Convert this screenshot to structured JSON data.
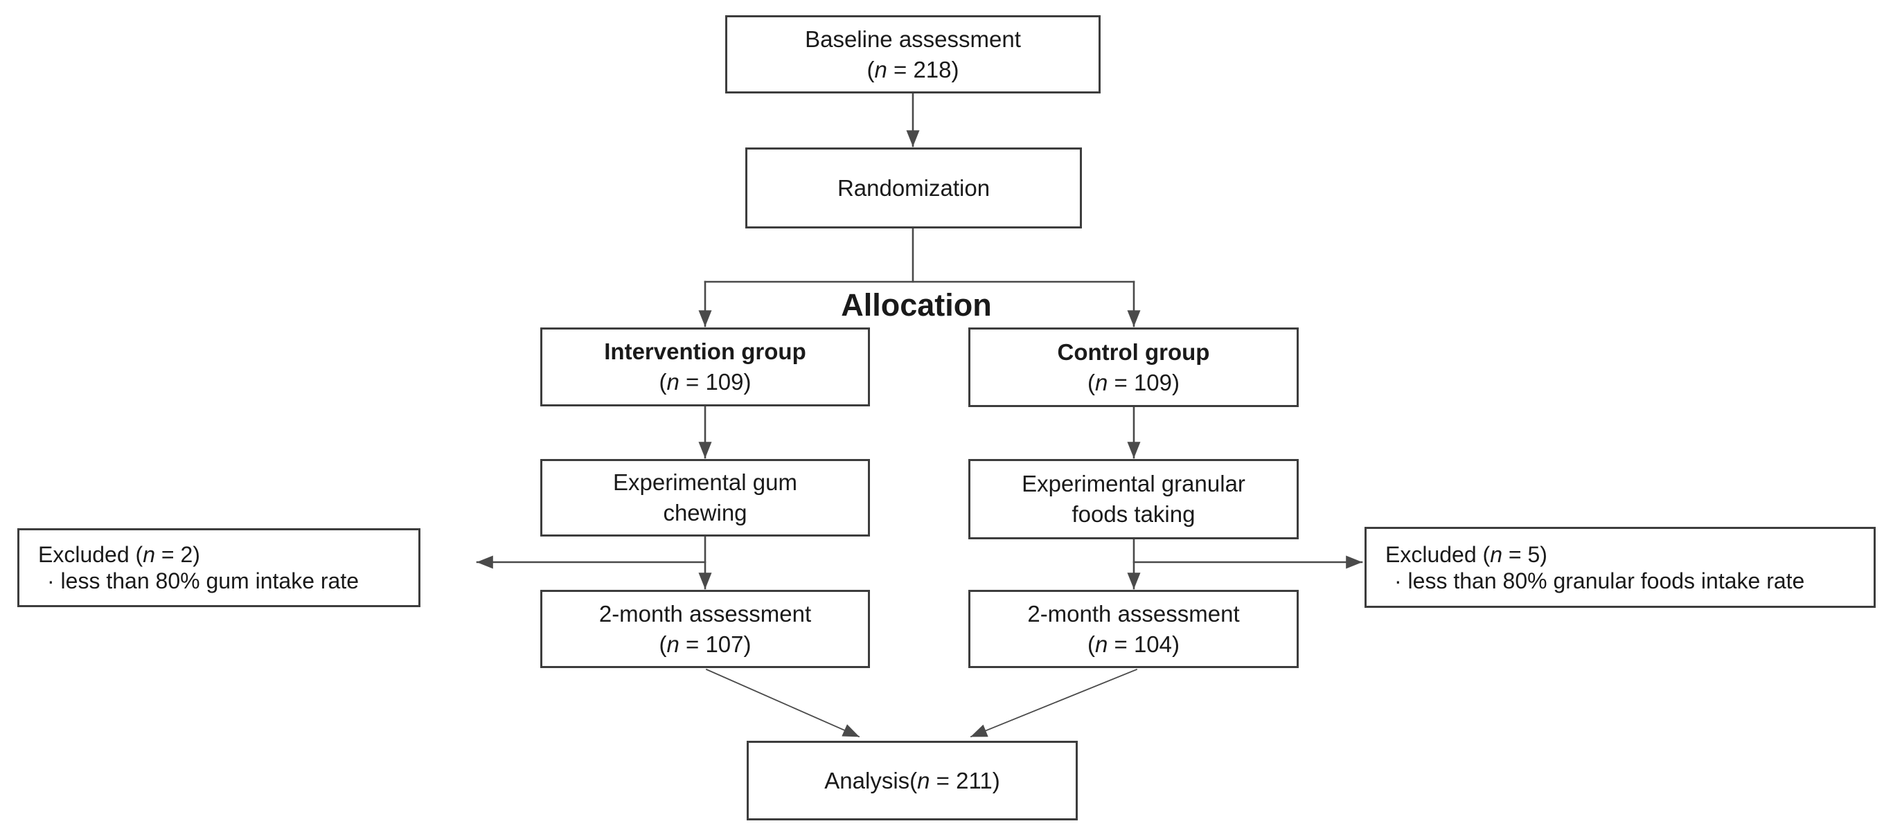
{
  "figure_type": "randomized-trial-flow-diagram",
  "nodes": {
    "baseline": {
      "line1": "Baseline assessment",
      "line2": "(n = 218)"
    },
    "randomization": {
      "line1": "Randomization"
    },
    "allocation": {
      "label": "Allocation"
    },
    "intervention": {
      "line1": "Intervention group",
      "line2": "(n = 109)"
    },
    "control": {
      "line1": "Control group",
      "line2": "(n = 109)"
    },
    "gum_chewing": {
      "line1": "Experimental gum",
      "line2": "chewing"
    },
    "granular_foods": {
      "line1": "Experimental granular",
      "line2": "foods taking"
    },
    "excluded_gum": {
      "line1": "Excluded (n = 2)",
      "line2": "· less than 80% gum intake rate"
    },
    "excluded_granular": {
      "line1": "Excluded (n = 5)",
      "line2": "· less than 80% granular foods intake rate"
    },
    "assessment_gum": {
      "line1": "2-month assessment",
      "line2": "(n = 107)"
    },
    "assessment_granular": {
      "line1": "2-month assessment",
      "line2": "(n = 104)"
    },
    "analysis": {
      "line1": "Analysis(n = 211)"
    }
  },
  "colors": {
    "box_border": "#3d3d3d",
    "connector": "#4a4a4a",
    "text": "#1a1a1a",
    "background": "#ffffff"
  }
}
